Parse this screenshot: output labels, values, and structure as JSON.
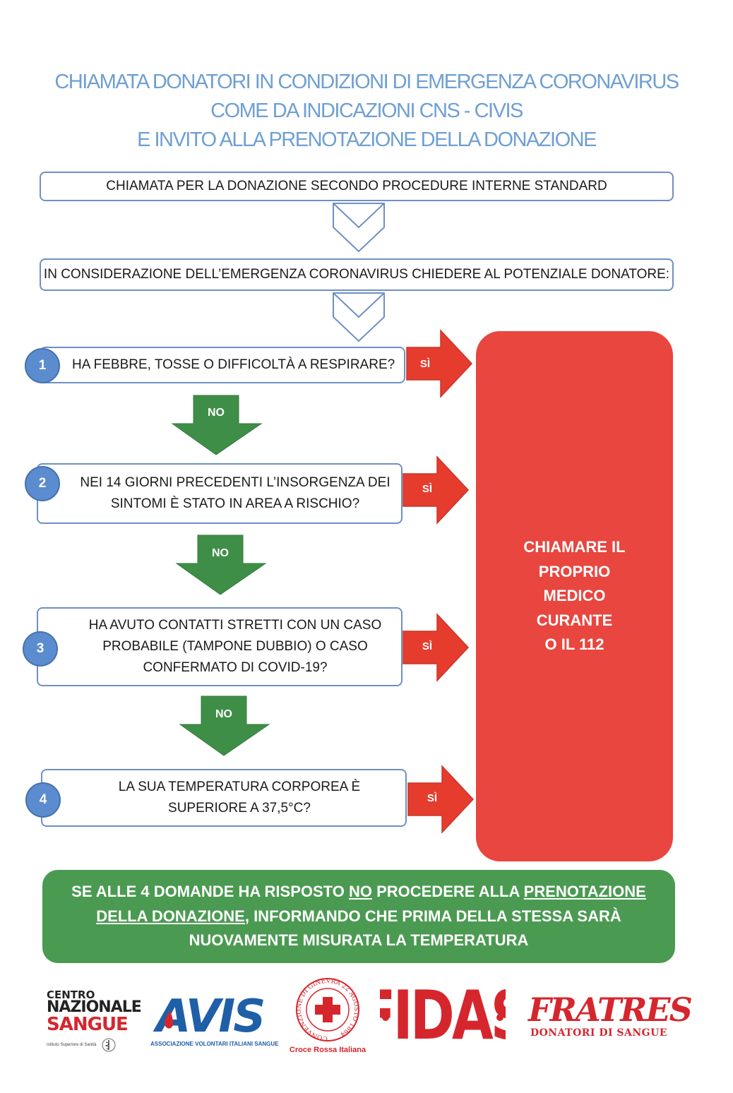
{
  "title": {
    "line1": "CHIAMATA DONATORI IN CONDIZIONI DI EMERGENZA CORONAVIRUS",
    "line2": "COME DA INDICAZIONI CNS - CIVIS",
    "line3": "E INVITO ALLA PRENOTAZIONE DELLA DONAZIONE"
  },
  "step_call": "CHIAMATA PER LA DONAZIONE SECONDO PROCEDURE INTERNE STANDARD",
  "step_ask": "IN CONSIDERAZIONE DELL’EMERGENZA CORONAVIRUS CHIEDERE AL POTENZIALE DONATORE:",
  "questions": [
    {
      "number": "1",
      "lines": [
        "HA FEBBRE, TOSSE O DIFFICOLTÀ A RESPIRARE?"
      ],
      "yes": "SÌ",
      "no": "NO"
    },
    {
      "number": "2",
      "lines": [
        "NEI 14 GIORNI PRECEDENTI L’INSORGENZA DEI",
        "SINTOMI È STATO IN AREA A RISCHIO?"
      ],
      "yes": "SÌ",
      "no": "NO"
    },
    {
      "number": "3",
      "lines": [
        "HA AVUTO CONTATTI STRETTI CON UN CASO",
        "PROBABILE (TAMPONE DUBBIO) O CASO",
        "CONFERMATO DI COVID-19?"
      ],
      "yes": "SÌ",
      "no": "NO"
    },
    {
      "number": "4",
      "lines": [
        "LA SUA TEMPERATURA CORPOREA È",
        "SUPERIORE A 37,5°C?"
      ],
      "yes": "SÌ"
    }
  ],
  "call_doctor": {
    "lines": [
      "CHIAMARE IL",
      "PROPRIO",
      "MEDICO",
      "CURANTE",
      "O IL 112"
    ]
  },
  "conclusion": {
    "t1": "SE ALLE 4 DOMANDE HA RISPOSTO ",
    "u1": "NO",
    "t2": " PROCEDERE ALLA ",
    "u2": "PRENOTAZIONE",
    "u3": "DELLA DONAZIONE",
    "t3": ", INFORMANDO CHE PRIMA DELLA STESSA SARÀ",
    "t4": "NUOVAMENTE MISURATA LA TEMPERATURA"
  },
  "logos": {
    "cns": {
      "line1": "CENTRO",
      "line2": "NAZIONALE",
      "line3": "SANGUE",
      "sub": "Istituto Superiore di Sanità"
    },
    "avis": {
      "name": "AVIS",
      "sub": "ASSOCIAZIONE VOLONTARI ITALIANI SANGUE"
    },
    "cri": {
      "ring": "CONVENZIONE DI GINEVRA 22 AGOSTO 1864",
      "name": "Croce Rossa Italiana"
    },
    "fidas": {
      "name": "FIDAS"
    },
    "fratres": {
      "name": "FRATRES",
      "sub": "DONATORI DI SANGUE"
    }
  },
  "colors": {
    "title": "#6e9fd3",
    "box_border": "#6e8fc4",
    "number_circle": "#5b8ccf",
    "yes_arrow": "#e53c2e",
    "no_arrow": "#3f8e47",
    "call_box": "#e8463f",
    "conclusion_box": "#4b9a52"
  }
}
